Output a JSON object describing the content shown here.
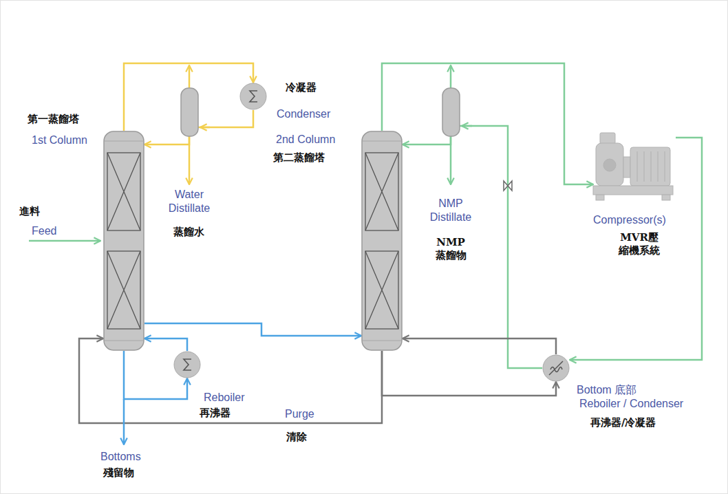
{
  "diagram": {
    "nodes": [
      {
        "text": [
          "第一蒸餾塔",
          "1st Column"
        ]
      },
      {
        "text": [
          "冷凝器",
          "Condenser"
        ]
      },
      {
        "text": [
          "Reboiler",
          "再沸器"
        ]
      },
      {
        "text": [
          "2nd Column",
          "第二蒸餾塔"
        ]
      },
      {
        "text": [
          "Compressor(s)",
          "MVR壓 縮機系統"
        ]
      },
      {
        "text": [
          "Bottom 底部",
          "Reboiler / Condenser",
          "再沸器/冷凝器"
        ]
      }
    ],
    "edges": [
      {
        "from": 0,
        "to": 1,
        "arrow": "to"
      },
      {
        "from": 1,
        "to": 0,
        "arrow": "to"
      },
      {
        "from": 0,
        "to": 2,
        "arrow": "to"
      },
      {
        "from": 2,
        "to": 0,
        "arrow": "to"
      },
      {
        "from": 0,
        "to": 3,
        "arrow": "to"
      },
      {
        "from": 3,
        "to": 4,
        "arrow": "to"
      },
      {
        "from": 4,
        "to": 5,
        "arrow": "to"
      },
      {
        "from": 5,
        "to": 3,
        "arrow": "to"
      },
      {
        "from": 5,
        "to": 3,
        "arrow": "to"
      },
      {
        "from": 3,
        "to": 5,
        "arrow": "to"
      },
      {
        "from": 3,
        "to": 0,
        "arrow": "to"
      }
    ],
    "labels": [
      "進料",
      "Feed",
      "Water Distillate",
      "蒸餾水",
      "NMP Distillate",
      "NMP 蒸餾物",
      "Purge",
      "清除",
      "Bottoms",
      "殘留物"
    ]
  }
}
